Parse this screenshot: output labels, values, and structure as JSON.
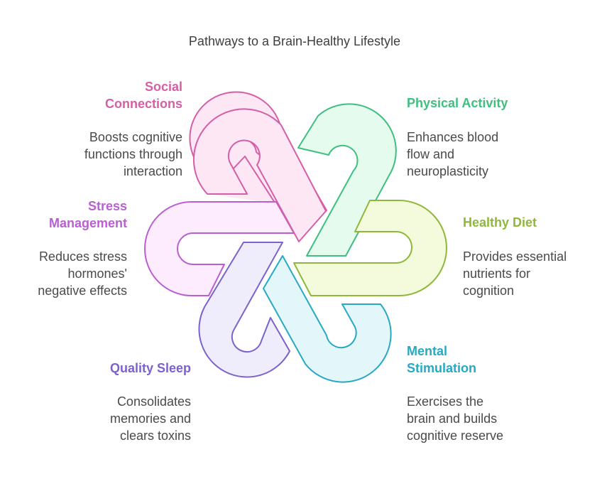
{
  "title": "Pathways to a Brain-Healthy Lifestyle",
  "colors": {
    "social": "#d45fa6",
    "physical": "#3fbf7f",
    "diet": "#8fb83a",
    "stimulation": "#27a9c4",
    "sleep": "#7b62cc",
    "stress": "#b95fd1"
  },
  "items": {
    "social": {
      "label": "Social\nConnections",
      "desc": "Boosts cognitive\nfunctions through\ninteraction"
    },
    "physical": {
      "label": "Physical Activity",
      "desc": "Enhances blood\nflow and\nneuroplasticity"
    },
    "stress": {
      "label": "Stress\nManagement",
      "desc": "Reduces stress\nhormones'\nnegative effects"
    },
    "diet": {
      "label": "Healthy Diet",
      "desc": "Provides essential\nnutrients for\ncognition"
    },
    "sleep": {
      "label": "Quality Sleep",
      "desc": "Consolidates\nmemories and\nclears toxins"
    },
    "stimulation": {
      "label": "Mental\nStimulation",
      "desc": "Exercises the\nbrain and builds\ncognitive reserve"
    }
  }
}
